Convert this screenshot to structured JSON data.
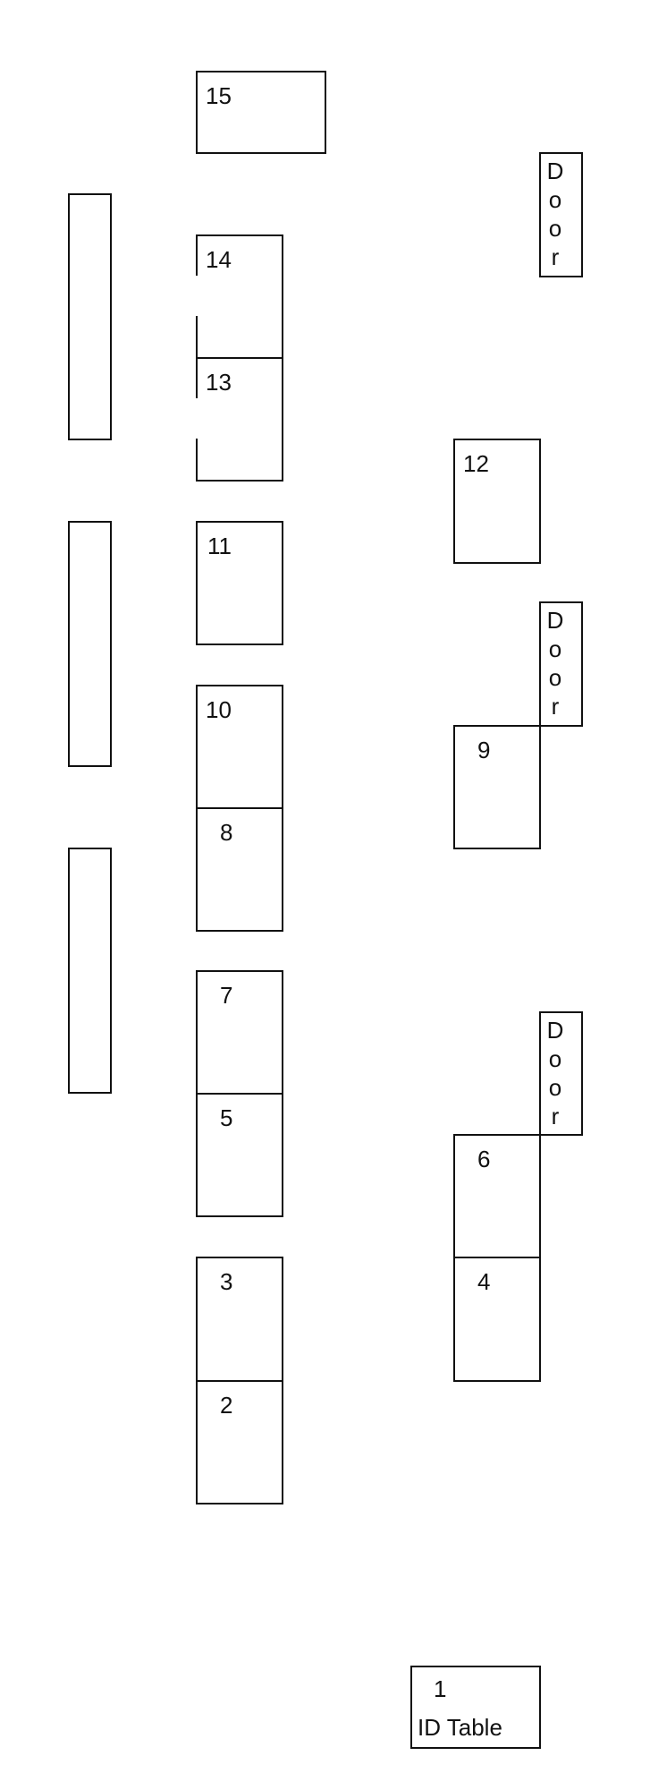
{
  "tables": {
    "t15": "15",
    "t14": "14",
    "t13": "13",
    "t12": "12",
    "t11": "11",
    "t10": "10",
    "t9": "9",
    "t8": "8",
    "t7": "7",
    "t6": "6",
    "t5": "5",
    "t4": "4",
    "t3": "3",
    "t2": "2",
    "t1": "1"
  },
  "id_table_label": "ID Table",
  "door_letters": [
    "D",
    "o",
    "o",
    "r"
  ],
  "colors": {
    "stroke": "#111111",
    "background": "#ffffff"
  }
}
